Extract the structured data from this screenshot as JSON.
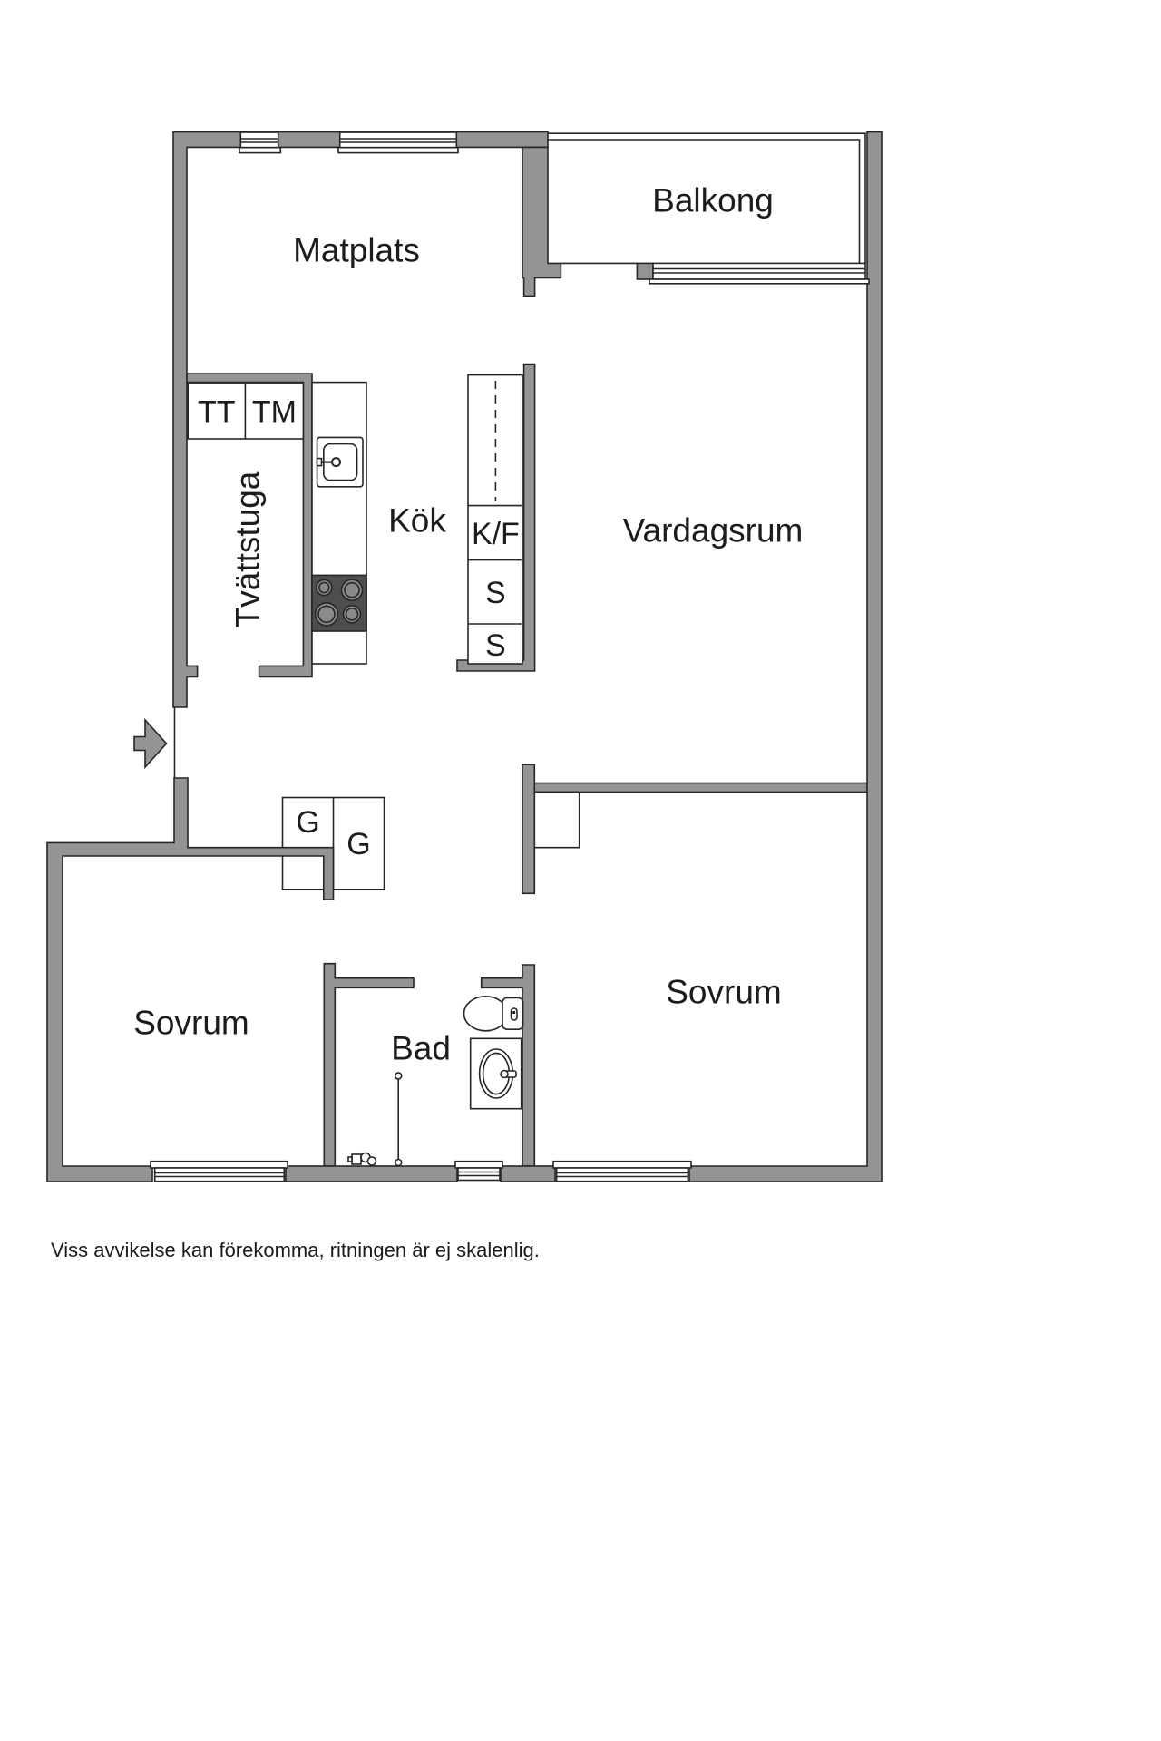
{
  "plan": {
    "rooms": {
      "matplats": {
        "label": "Matplats"
      },
      "balkong": {
        "label": "Balkong"
      },
      "kok": {
        "label": "Kök"
      },
      "vardagsrum": {
        "label": "Vardagsrum"
      },
      "tvattstuga": {
        "label": "Tvättstuga"
      },
      "sovrum_left": {
        "label": "Sovrum"
      },
      "bad": {
        "label": "Bad"
      },
      "sovrum_right": {
        "label": "Sovrum"
      }
    },
    "fixtures": {
      "tt": "TT",
      "tm": "TM",
      "kf": "K/F",
      "s1": "S",
      "s2": "S",
      "g1": "G",
      "g2": "G"
    },
    "colors": {
      "wall": "#929496",
      "outline": "#262626",
      "stove": "#4e4e4e",
      "burner": "#8a8a8a",
      "text": "#1c1c1c"
    }
  },
  "footer": {
    "disclaimer": "Viss avvikelse kan förekomma, ritningen är ej skalenlig."
  }
}
